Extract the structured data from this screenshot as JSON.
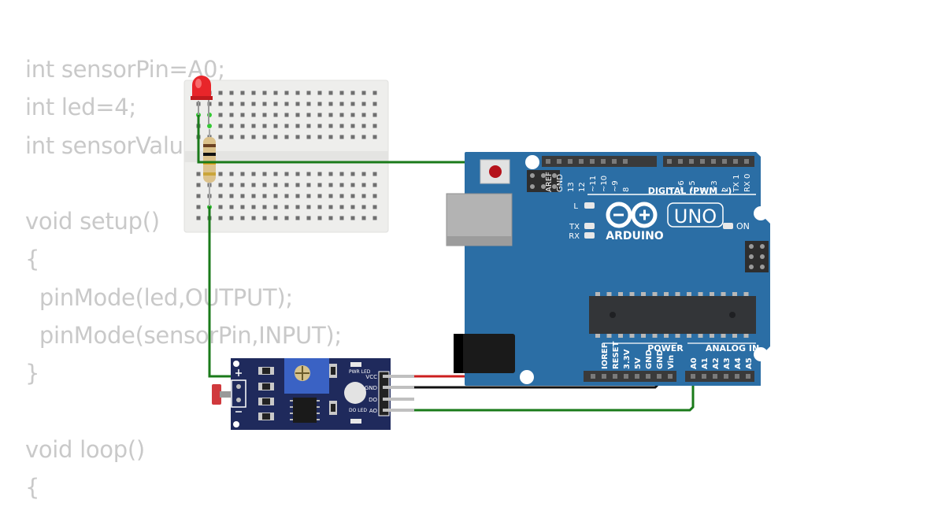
{
  "code_lines": [
    "int sensorPin=A0;",
    "int led=4;",
    "int sensorValue=0;",
    "",
    "void setup()",
    "{",
    "  pinMode(led,OUTPUT);",
    "  pinMode(sensorPin,INPUT);",
    "}",
    "",
    "void loop()",
    "{"
  ],
  "arduino": {
    "brand": "ARDUINO",
    "model": "UNO",
    "digital_header_label": "DIGITAL (PWM ~)",
    "power_label": "POWER",
    "analog_label": "ANALOG IN",
    "on_label": "ON",
    "l_label": "L",
    "tx_label": "TX",
    "rx_label": "RX",
    "digital_pins": [
      "AREF",
      "GND",
      "13",
      "12",
      "~11",
      "~10",
      "~9",
      "8",
      "7",
      "~6",
      "~5",
      "4",
      "~3",
      "2",
      "TX 1",
      "RX 0"
    ],
    "power_pins": [
      "IOREF",
      "RESET",
      "3.3V",
      "5V",
      "GND",
      "GND",
      "Vin"
    ],
    "analog_pins": [
      "A0",
      "A1",
      "A2",
      "A3",
      "A4",
      "A5"
    ],
    "colors": {
      "board": "#2b6ea5",
      "header": "#3a3a3a"
    }
  },
  "sensor_module": {
    "pin_labels": [
      "VCC",
      "GND",
      "DO",
      "AO"
    ],
    "pwr_led_label": "PWR LED",
    "do_led_label": "DO LED",
    "colors": {
      "board": "#1f2a5c"
    }
  },
  "wires": {
    "colors": {
      "green": "#1a7a1a",
      "red": "#cc1f1f",
      "black": "#111111"
    }
  }
}
